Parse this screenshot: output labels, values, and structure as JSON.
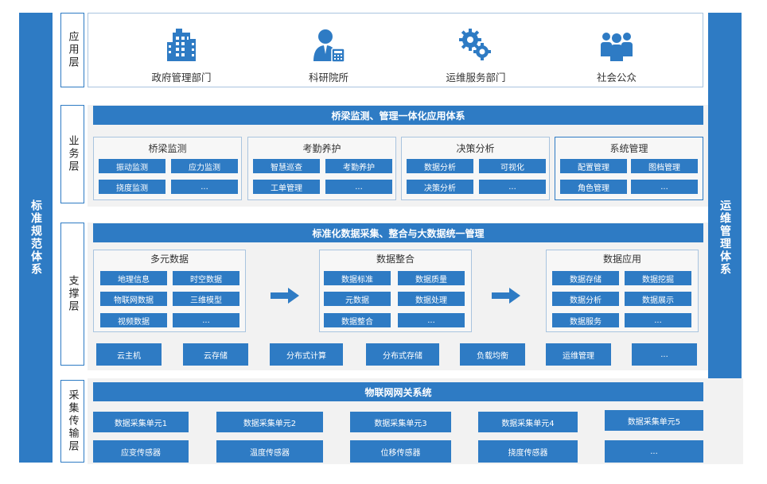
{
  "sidebars": {
    "left": "标准规范体系",
    "right": "运维管理体系"
  },
  "layers": {
    "app": "应用层",
    "business": "业务层",
    "support": "支撑层",
    "collection": "采集传输层"
  },
  "app_items": [
    {
      "label": "政府管理部门",
      "icon": "building-icon"
    },
    {
      "label": "科研院所",
      "icon": "researcher-icon"
    },
    {
      "label": "运维服务部门",
      "icon": "gears-icon"
    },
    {
      "label": "社会公众",
      "icon": "people-icon"
    }
  ],
  "business": {
    "banner": "桥梁监测、管理一体化应用体系",
    "groups": [
      {
        "title": "桥梁监测",
        "items": [
          "振动监测",
          "应力监测",
          "挠度监测",
          "..."
        ]
      },
      {
        "title": "考勤养护",
        "items": [
          "智慧巡查",
          "考勤养护",
          "工单管理",
          "..."
        ]
      },
      {
        "title": "决策分析",
        "items": [
          "数据分析",
          "可视化",
          "决策分析",
          "..."
        ]
      },
      {
        "title": "系统管理",
        "items": [
          "配置管理",
          "图档管理",
          "角色管理",
          "..."
        ]
      }
    ]
  },
  "support": {
    "banner": "标准化数据采集、整合与大数据统一管理",
    "groups": [
      {
        "title": "多元数据",
        "items": [
          "地理信息",
          "时空数据",
          "物联网数据",
          "三维模型",
          "视频数据",
          "..."
        ]
      },
      {
        "title": "数据整合",
        "items": [
          "数据标准",
          "数据质量",
          "元数据",
          "数据处理",
          "数据整合",
          "..."
        ]
      },
      {
        "title": "数据应用",
        "items": [
          "数据存储",
          "数据挖掘",
          "数据分析",
          "数据展示",
          "数据服务",
          "..."
        ]
      }
    ],
    "infra": [
      "云主机",
      "云存储",
      "分布式计算",
      "分布式存储",
      "负载均衡",
      "运维管理",
      "..."
    ]
  },
  "collection": {
    "banner": "物联网网关系统",
    "units": [
      "数据采集单元1",
      "数据采集单元2",
      "数据采集单元3",
      "数据采集单元4",
      "数据采集单元5"
    ],
    "sensors": [
      "应变传感器",
      "温度传感器",
      "位移传感器",
      "挠度传感器",
      "..."
    ]
  },
  "colors": {
    "primary": "#2e7bc4",
    "panel": "#f2f2f2"
  }
}
